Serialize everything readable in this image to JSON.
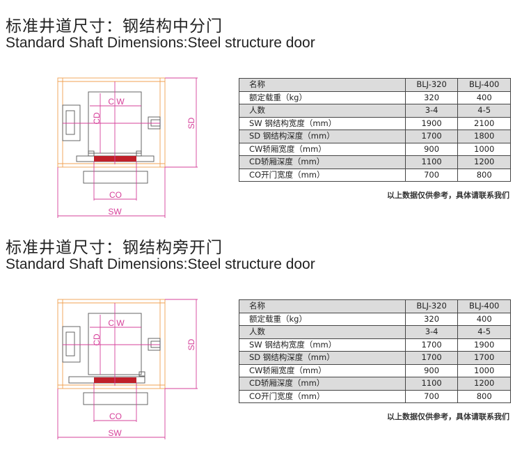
{
  "sections": [
    {
      "title_cn": "标准井道尺寸：钢结构中分门",
      "title_en": "Standard Shaft Dimensions:Steel structure door",
      "diagram_labels": {
        "cw": "C W",
        "cd": "CD",
        "sd": "SD",
        "co": "CO",
        "sw": "SW"
      },
      "table": {
        "header": [
          "名称",
          "BLJ-320",
          "BLJ-400"
        ],
        "rows": [
          [
            "额定载重（kg）",
            "320",
            "400"
          ],
          [
            "人数",
            "3-4",
            "4-5"
          ],
          [
            "SW 钢结构宽度（mm）",
            "1900",
            "2100"
          ],
          [
            "SD 钢结构深度（mm）",
            "1700",
            "1800"
          ],
          [
            "CW轿厢宽度（mm）",
            "900",
            "1000"
          ],
          [
            "CD轿厢深度（mm）",
            "1100",
            "1200"
          ],
          [
            "CO开门宽度（mm）",
            "700",
            "800"
          ]
        ]
      },
      "note": "以上数据仅供参考，具体请联系我们"
    },
    {
      "title_cn": "标准井道尺寸：钢结构旁开门",
      "title_en": "Standard Shaft Dimensions:Steel structure door",
      "diagram_labels": {
        "cw": "C W",
        "cd": "CD",
        "sd": "SD",
        "co": "CO",
        "sw": "SW"
      },
      "table": {
        "header": [
          "名称",
          "BLJ-320",
          "BLJ-400"
        ],
        "rows": [
          [
            "额定载重（kg）",
            "320",
            "400"
          ],
          [
            "人数",
            "3-4",
            "4-5"
          ],
          [
            "SW 钢结构宽度（mm）",
            "1700",
            "1900"
          ],
          [
            "SD 钢结构深度（mm）",
            "1700",
            "1700"
          ],
          [
            "CW轿厢宽度（mm）",
            "900",
            "1000"
          ],
          [
            "CD轿厢深度（mm）",
            "1100",
            "1200"
          ],
          [
            "CO开门宽度（mm）",
            "700",
            "800"
          ]
        ]
      },
      "note": "以上数据仅供参考，具体请联系我们"
    }
  ],
  "colors": {
    "orange": "#f0a050",
    "pink": "#d6409a",
    "red": "#c0202a",
    "gray": "#555555"
  }
}
